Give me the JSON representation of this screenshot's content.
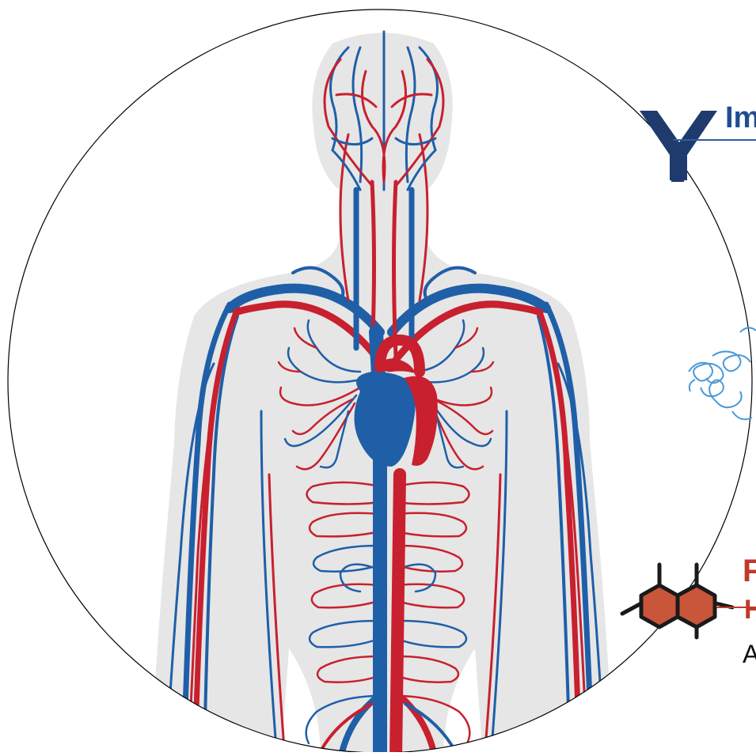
{
  "labels": {
    "immune_heading": "Im",
    "red_heading": "F",
    "red_subheading": "H",
    "body_text": "A"
  },
  "colors": {
    "artery": "#c8202e",
    "vein": "#1f5fa8",
    "body_silhouette": "#e6e6e6",
    "antibody": "#1f3a6d",
    "immune_rule": "#2c5ea0",
    "molecule_fill": "#c9553a",
    "molecule_outline": "#1a1a1a",
    "red_rule": "#c0392b",
    "protein_line": "#4a9ad8",
    "circle_outline": "#000000"
  },
  "icons": {
    "antibody": "antibody-icon",
    "protein": "protein-ribbon-icon",
    "molecule": "hexagon-molecule-icon"
  }
}
